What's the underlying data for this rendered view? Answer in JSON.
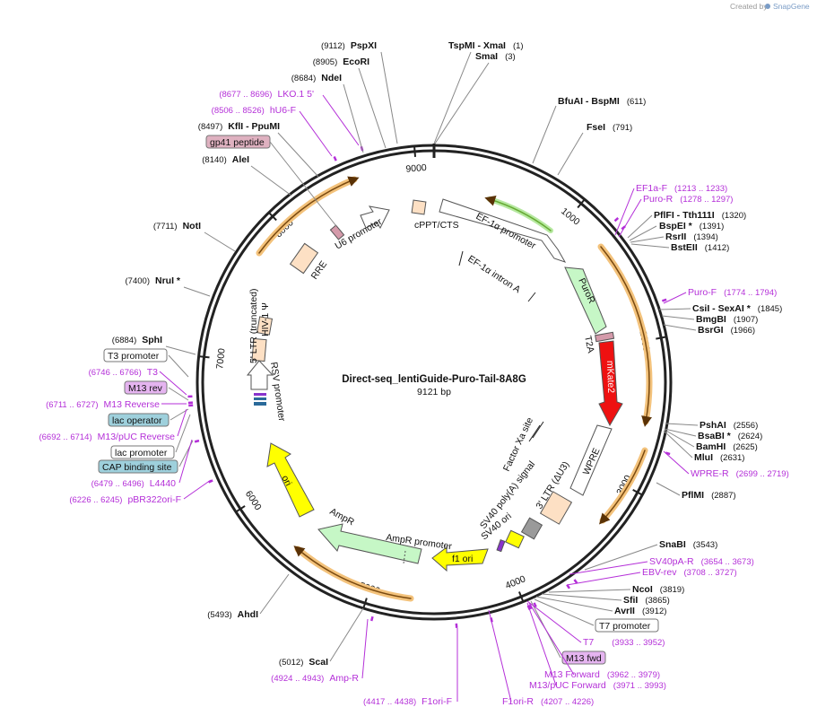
{
  "credit": {
    "created_by": "Created by",
    "brand": "SnapGene"
  },
  "plasmid": {
    "name": "Direct-seq_lentiGuide-Puro-Tail-8A8G",
    "length_label": "9121 bp",
    "length": 9121
  },
  "ticks": [
    {
      "label": "9000",
      "bp": 9000
    },
    {
      "label": "1000",
      "bp": 1000
    },
    {
      "label": "2000",
      "bp": 2000
    },
    {
      "label": "3000",
      "bp": 3000
    },
    {
      "label": "4000",
      "bp": 4000
    },
    {
      "label": "5000",
      "bp": 5000
    },
    {
      "label": "6000",
      "bp": 6000
    },
    {
      "label": "7000",
      "bp": 7000
    },
    {
      "label": "8000",
      "bp": 8000
    }
  ],
  "sites": [
    {
      "name": "PspXI",
      "pos": "(9112)",
      "bp": 9112
    },
    {
      "name": "TspMI  - XmaI",
      "pos": "(1)",
      "bp": 1
    },
    {
      "name": "SmaI",
      "pos": "(3)",
      "bp": 3
    },
    {
      "name": "EcoRI",
      "pos": "(8905)",
      "bp": 8905
    },
    {
      "name": "NdeI",
      "pos": "(8684)",
      "bp": 8684
    },
    {
      "name": "KflI  - PpuMI",
      "pos": "(8497)",
      "bp": 8497
    },
    {
      "name": "AleI",
      "pos": "(8140)",
      "bp": 8140
    },
    {
      "name": "NotI",
      "pos": "(7711)",
      "bp": 7711
    },
    {
      "name": "NruI *",
      "pos": "(7400)",
      "bp": 7400
    },
    {
      "name": "SphI",
      "pos": "(6884)",
      "bp": 6884
    },
    {
      "name": "BfuAI  - BspMI",
      "pos": "(611)",
      "bp": 611
    },
    {
      "name": "FseI",
      "pos": "(791)",
      "bp": 791
    },
    {
      "name": "PflFI  - Tth111I",
      "pos": "(1320)",
      "bp": 1320
    },
    {
      "name": "BspEI *",
      "pos": "(1391)",
      "bp": 1391
    },
    {
      "name": "RsrII",
      "pos": "(1394)",
      "bp": 1394
    },
    {
      "name": "BstEII",
      "pos": "(1412)",
      "bp": 1412
    },
    {
      "name": "CsiI  - SexAI *",
      "pos": "(1845)",
      "bp": 1845
    },
    {
      "name": "BmgBI",
      "pos": "(1907)",
      "bp": 1907
    },
    {
      "name": "BsrGI",
      "pos": "(1966)",
      "bp": 1966
    },
    {
      "name": "PshAI",
      "pos": "(2556)",
      "bp": 2556
    },
    {
      "name": "BsaBI *",
      "pos": "(2624)",
      "bp": 2624
    },
    {
      "name": "BamHI",
      "pos": "(2625)",
      "bp": 2625
    },
    {
      "name": "MluI",
      "pos": "(2631)",
      "bp": 2631
    },
    {
      "name": "PflMI",
      "pos": "(2887)",
      "bp": 2887
    },
    {
      "name": "SnaBI",
      "pos": "(3543)",
      "bp": 3543
    },
    {
      "name": "NcoI",
      "pos": "(3819)",
      "bp": 3819
    },
    {
      "name": "SfiI",
      "pos": "(3865)",
      "bp": 3865
    },
    {
      "name": "AvrII",
      "pos": "(3912)",
      "bp": 3912
    },
    {
      "name": "AhdI",
      "pos": "(5493)",
      "bp": 5493
    },
    {
      "name": "ScaI",
      "pos": "(5012)",
      "bp": 5012
    }
  ],
  "primers": [
    {
      "name": "LKO.1 5'",
      "pos": "(8677 .. 8696)",
      "bp": 8686
    },
    {
      "name": "hU6-F",
      "pos": "(8506 .. 8526)",
      "bp": 8516
    },
    {
      "name": "EF1a-F",
      "pos": "(1213 .. 1233)",
      "bp": 1223
    },
    {
      "name": "Puro-R",
      "pos": "(1278 .. 1297)",
      "bp": 1287
    },
    {
      "name": "Puro-F",
      "pos": "(1774 .. 1794)",
      "bp": 1784
    },
    {
      "name": "WPRE-R",
      "pos": "(2699 .. 2719)",
      "bp": 2709
    },
    {
      "name": "SV40pA-R",
      "pos": "(3654 .. 3673)",
      "bp": 3663
    },
    {
      "name": "EBV-rev",
      "pos": "(3708 .. 3727)",
      "bp": 3717
    },
    {
      "name": "T7",
      "pos": "(3933 .. 3952)",
      "bp": 3942
    },
    {
      "name": "M13 Forward",
      "pos": "(3962 .. 3979)",
      "bp": 3970
    },
    {
      "name": "M13/pUC Forward",
      "pos": "(3971 .. 3993)",
      "bp": 3982
    },
    {
      "name": "F1ori-R",
      "pos": "(4207 .. 4226)",
      "bp": 4216
    },
    {
      "name": "F1ori-F",
      "pos": "(4417 .. 4438)",
      "bp": 4427
    },
    {
      "name": "Amp-R",
      "pos": "(4924 .. 4943)",
      "bp": 4933
    },
    {
      "name": "pBR322ori-F",
      "pos": "(6226 .. 6245)",
      "bp": 6235
    },
    {
      "name": "L4440",
      "pos": "(6479 .. 6496)",
      "bp": 6487
    },
    {
      "name": "M13/pUC Reverse",
      "pos": "(6692 .. 6714)",
      "bp": 6703
    },
    {
      "name": "M13 Reverse",
      "pos": "(6711 .. 6727)",
      "bp": 6719
    },
    {
      "name": "T3",
      "pos": "(6746 .. 6766)",
      "bp": 6756
    }
  ],
  "boxed_labels": [
    {
      "name": "gp41 peptide",
      "style": "pink"
    },
    {
      "name": "T3 promoter",
      "style": "white"
    },
    {
      "name": "M13 rev",
      "style": "purple"
    },
    {
      "name": "lac operator",
      "style": "blue"
    },
    {
      "name": "lac promoter",
      "style": "white"
    },
    {
      "name": "CAP binding site",
      "style": "blue"
    },
    {
      "name": "T7 promoter",
      "style": "white"
    },
    {
      "name": "M13 fwd",
      "style": "purple"
    }
  ],
  "features": [
    {
      "name": "cPPT/CTS"
    },
    {
      "name": "EF-1α promoter"
    },
    {
      "name": "EF-1α intron A"
    },
    {
      "name": "PuroR"
    },
    {
      "name": "T2A"
    },
    {
      "name": "mKate2"
    },
    {
      "name": "Factor Xa site"
    },
    {
      "name": "WPRE"
    },
    {
      "name": "3' LTR (ΔU3)"
    },
    {
      "name": "SV40 poly(A) signal"
    },
    {
      "name": "SV40 ori"
    },
    {
      "name": "f1 ori"
    },
    {
      "name": "AmpR promoter"
    },
    {
      "name": "AmpR"
    },
    {
      "name": "ori"
    },
    {
      "name": "RSV promoter"
    },
    {
      "name": "5' LTR (truncated)"
    },
    {
      "name": "HIV-1 Ψ"
    },
    {
      "name": "RRE"
    },
    {
      "name": "U6 promoter"
    }
  ],
  "colors": {
    "primer": "#b42fd8",
    "orf_outline": "#f3c27b",
    "orf_dark": "#7a4a10",
    "promoter_green": "#b8f0b8",
    "mkate": "#ee1111",
    "ori_yellow": "#ffff00",
    "misc_peach": "#fde0c4",
    "gp41_pink": "#dfb1c0",
    "operator_blue": "#9ed0dc",
    "m13_purple": "#e5b4f0",
    "hu6_green": "#66aa33"
  }
}
